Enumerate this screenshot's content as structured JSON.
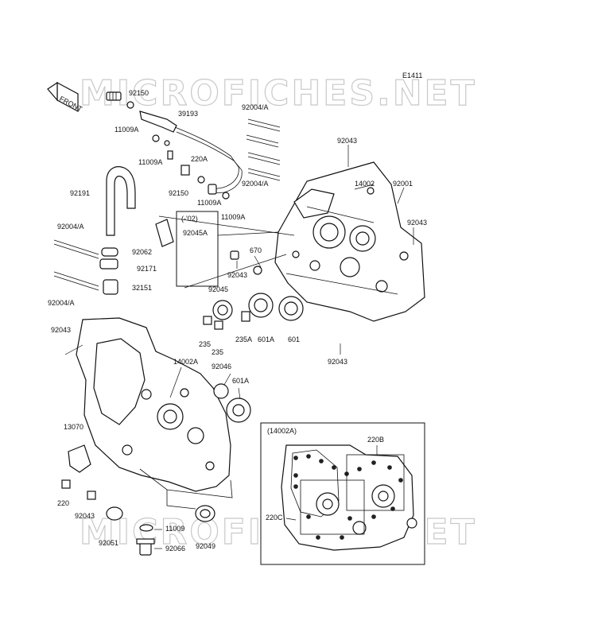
{
  "diagram_code": "E1411",
  "watermark": "MICROFICHES.NET",
  "front_arrow_label": "FRONT",
  "inset_title": "(14002A)",
  "note_02": "(-'02)",
  "labels": {
    "p92150a": "92150",
    "p39193": "39193",
    "p92004a1": "92004/A",
    "p92043a": "92043",
    "p11009a1": "11009A",
    "p11009a2": "11009A",
    "p220a": "220A",
    "p14002": "14002",
    "p92001": "92001",
    "p92150b": "92150",
    "p92004a2": "92004/A",
    "p11009a3": "11009A",
    "p11009a4": "11009A",
    "p92191": "92191",
    "p92043b": "92043",
    "p92045a": "92045A",
    "p92004a3": "92004/A",
    "p92062": "92062",
    "p670": "670",
    "p92171": "92171",
    "p92043c": "92043",
    "p32151": "32151",
    "p92004a4": "92004/A",
    "p92045": "92045",
    "p92043d": "92043",
    "p235a": "235A",
    "p601a1": "601A",
    "p601": "601",
    "p235a2": "235",
    "p235b": "235",
    "p92043e": "92043",
    "p14002a": "14002A",
    "p92046": "92046",
    "p601a2": "601A",
    "p13070": "13070",
    "p220": "220",
    "p92043f": "92043",
    "p92051": "92051",
    "p11009": "11009",
    "p92066": "92066",
    "p92049": "92049",
    "p220b": "220B",
    "p220c": "220C"
  }
}
